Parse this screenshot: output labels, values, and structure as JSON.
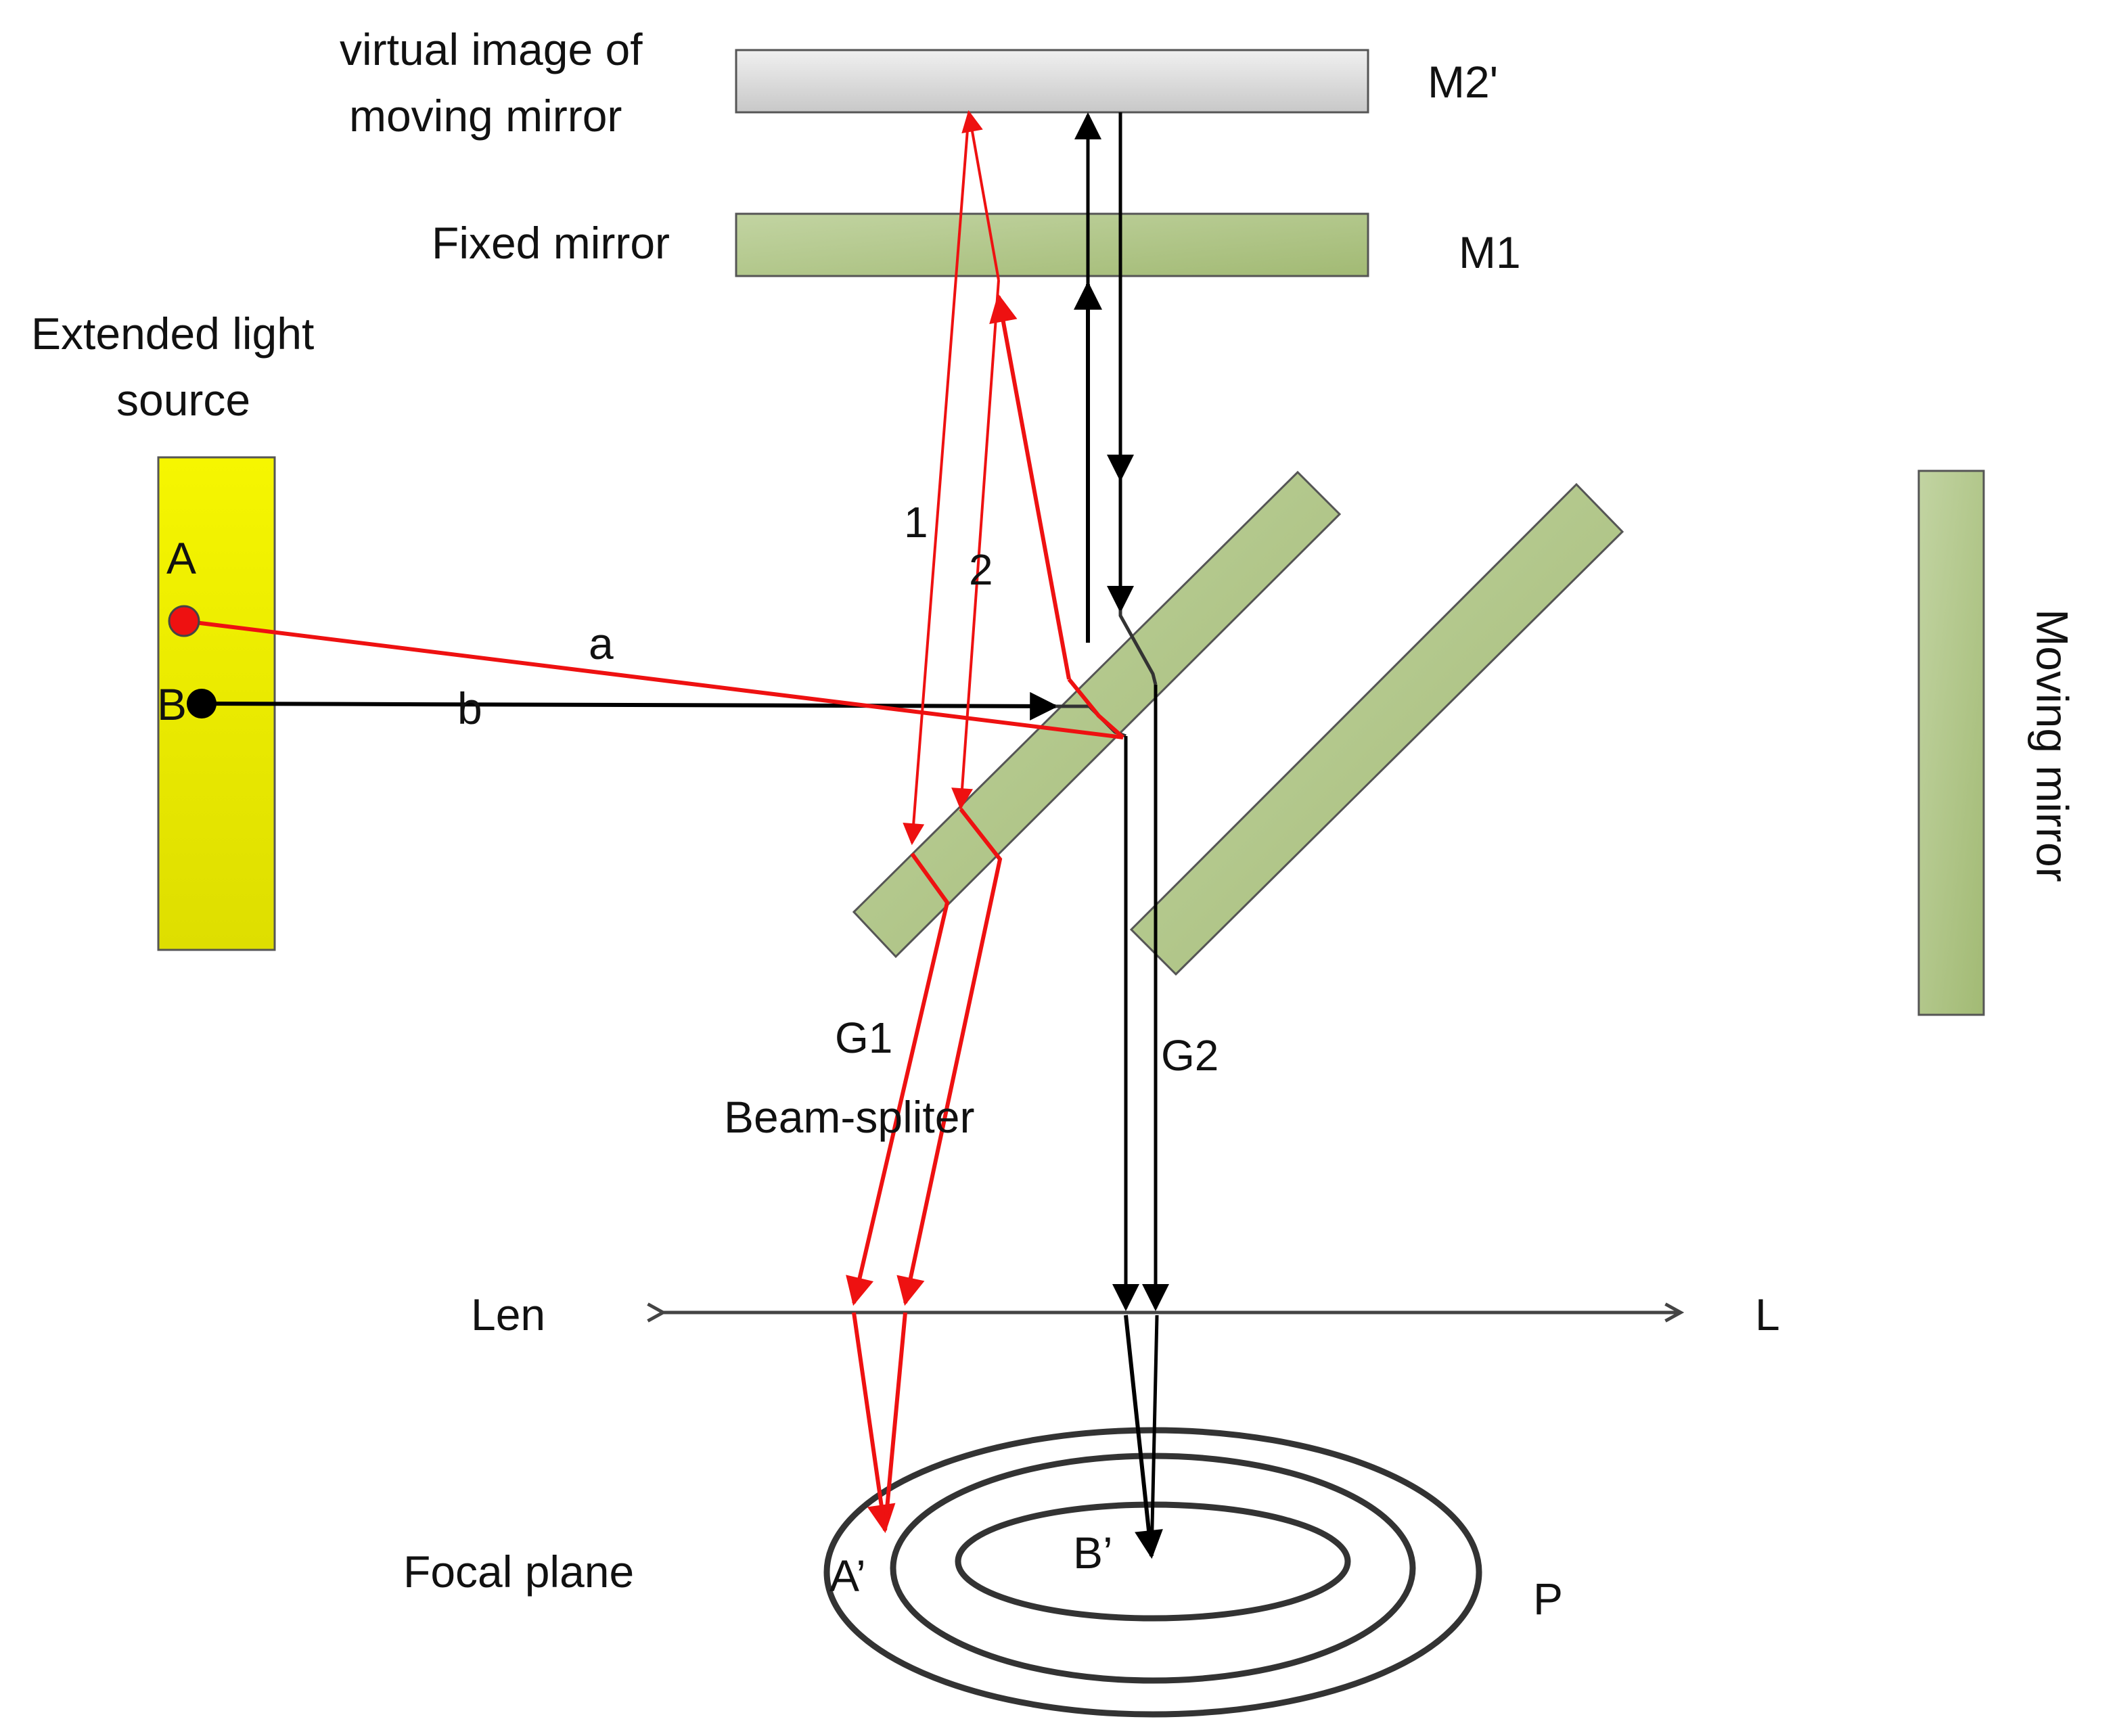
{
  "labels": {
    "virtual_image_line1": "virtual image of",
    "virtual_image_line2": "moving  mirror",
    "m2_prime": "M2'",
    "fixed_mirror": "Fixed mirror",
    "m1": "M1",
    "light_source_line1": "Extended light",
    "light_source_line2": "source",
    "point_a": "A",
    "point_b": "B",
    "ray_a": "a",
    "ray_b": "b",
    "ray_1": "1",
    "ray_2": "2",
    "g1": "G1",
    "beam_splitter": "Beam-spliter",
    "g2": "G2",
    "moving_mirror": "Moving mirror",
    "lens": "Len",
    "l": "L",
    "focal_plane": "Focal plane",
    "a_prime": "A’",
    "b_prime": "B’",
    "p": "P"
  },
  "colors": {
    "ray_red": "#ee1111",
    "ray_black": "#000000",
    "mirror_green": "#a7bf7a",
    "virtual_mirror_gray": "#d6d6d6",
    "source_yellow": "#eded00",
    "outline": "#444444"
  }
}
